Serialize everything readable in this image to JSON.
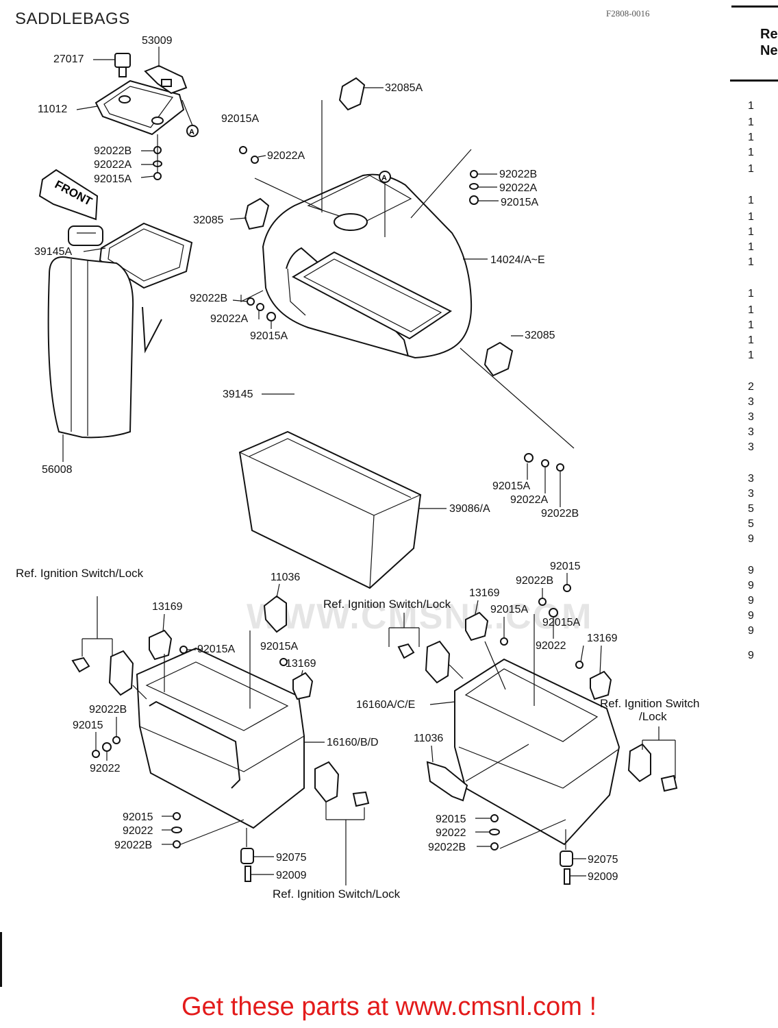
{
  "page": {
    "title": "SADDLEBAGS",
    "diagram_code": "F2808-0016",
    "footer": "Get these parts at www.cmsnl.com !",
    "watermark": "WWW.CMSNL.COM"
  },
  "ref_column": {
    "header_line1": "Re",
    "header_line2": "Ne",
    "truncated_entries": [
      "1",
      "1",
      "1",
      "1",
      "1",
      "1",
      "1",
      "1",
      "1",
      "1",
      "1",
      "1",
      "1",
      "1",
      "1",
      "2",
      "3",
      "3",
      "3",
      "3",
      "3",
      "3",
      "5",
      "5",
      "9",
      "9",
      "9",
      "9",
      "9",
      "9",
      "9"
    ]
  },
  "labels": {
    "p27017": "27017",
    "p53009": "53009",
    "p11012": "11012",
    "p92022B_1": "92022B",
    "p92022A_1": "92022A",
    "p92015A_1": "92015A",
    "front": "FRONT",
    "p39145A": "39145A",
    "p56008": "56008",
    "p32085A": "32085A",
    "p92015A_2": "92015A",
    "p92022A_2": "92022A",
    "p92022B_3": "92022B",
    "p92022A_3": "92022A",
    "p92015A_3": "92015A",
    "p32085_1": "32085",
    "p14024": "14024/A~E",
    "p92022B_4": "92022B",
    "p92022A_4": "92022A",
    "p92015A_4": "92015A",
    "p32085_2": "32085",
    "p39145": "39145",
    "p92015A_5": "92015A",
    "p92022A_5": "92022A",
    "p92022B_5": "92022B",
    "p39086": "39086/A",
    "ref_lock_1": "Ref. Ignition Switch/Lock",
    "p13169_1": "13169",
    "p92015A_6": "92015A",
    "p11036_1": "11036",
    "p92015A_7": "92015A",
    "p13169_2": "13169",
    "p92022B_6": "92022B",
    "p92015_1": "92015",
    "p92022_1": "92022",
    "p16160BD": "16160/B/D",
    "p92015_2": "92015",
    "p92022_2": "92022",
    "p92022B_7": "92022B",
    "p92075_1": "92075",
    "p92009_1": "92009",
    "ref_lock_3": "Ref. Ignition Switch/Lock",
    "ref_lock_2": "Ref. Ignition Switch/Lock",
    "p13169_3": "13169",
    "p92015_3": "92015",
    "p92022B_8": "92022B",
    "p92015A_8": "92015A",
    "p92015A_9": "92015A",
    "p92022_3": "92022",
    "p13169_4": "13169",
    "p16160ACE": "16160A/C/E",
    "ref_lock_4a": "Ref. Ignition Switch",
    "ref_lock_4b": "/Lock",
    "p11036_2": "11036",
    "p92015_4": "92015",
    "p92022_4": "92022",
    "p92022B_9": "92022B",
    "p92075_2": "92075",
    "p92009_2": "92009",
    "circle_a": "A"
  }
}
